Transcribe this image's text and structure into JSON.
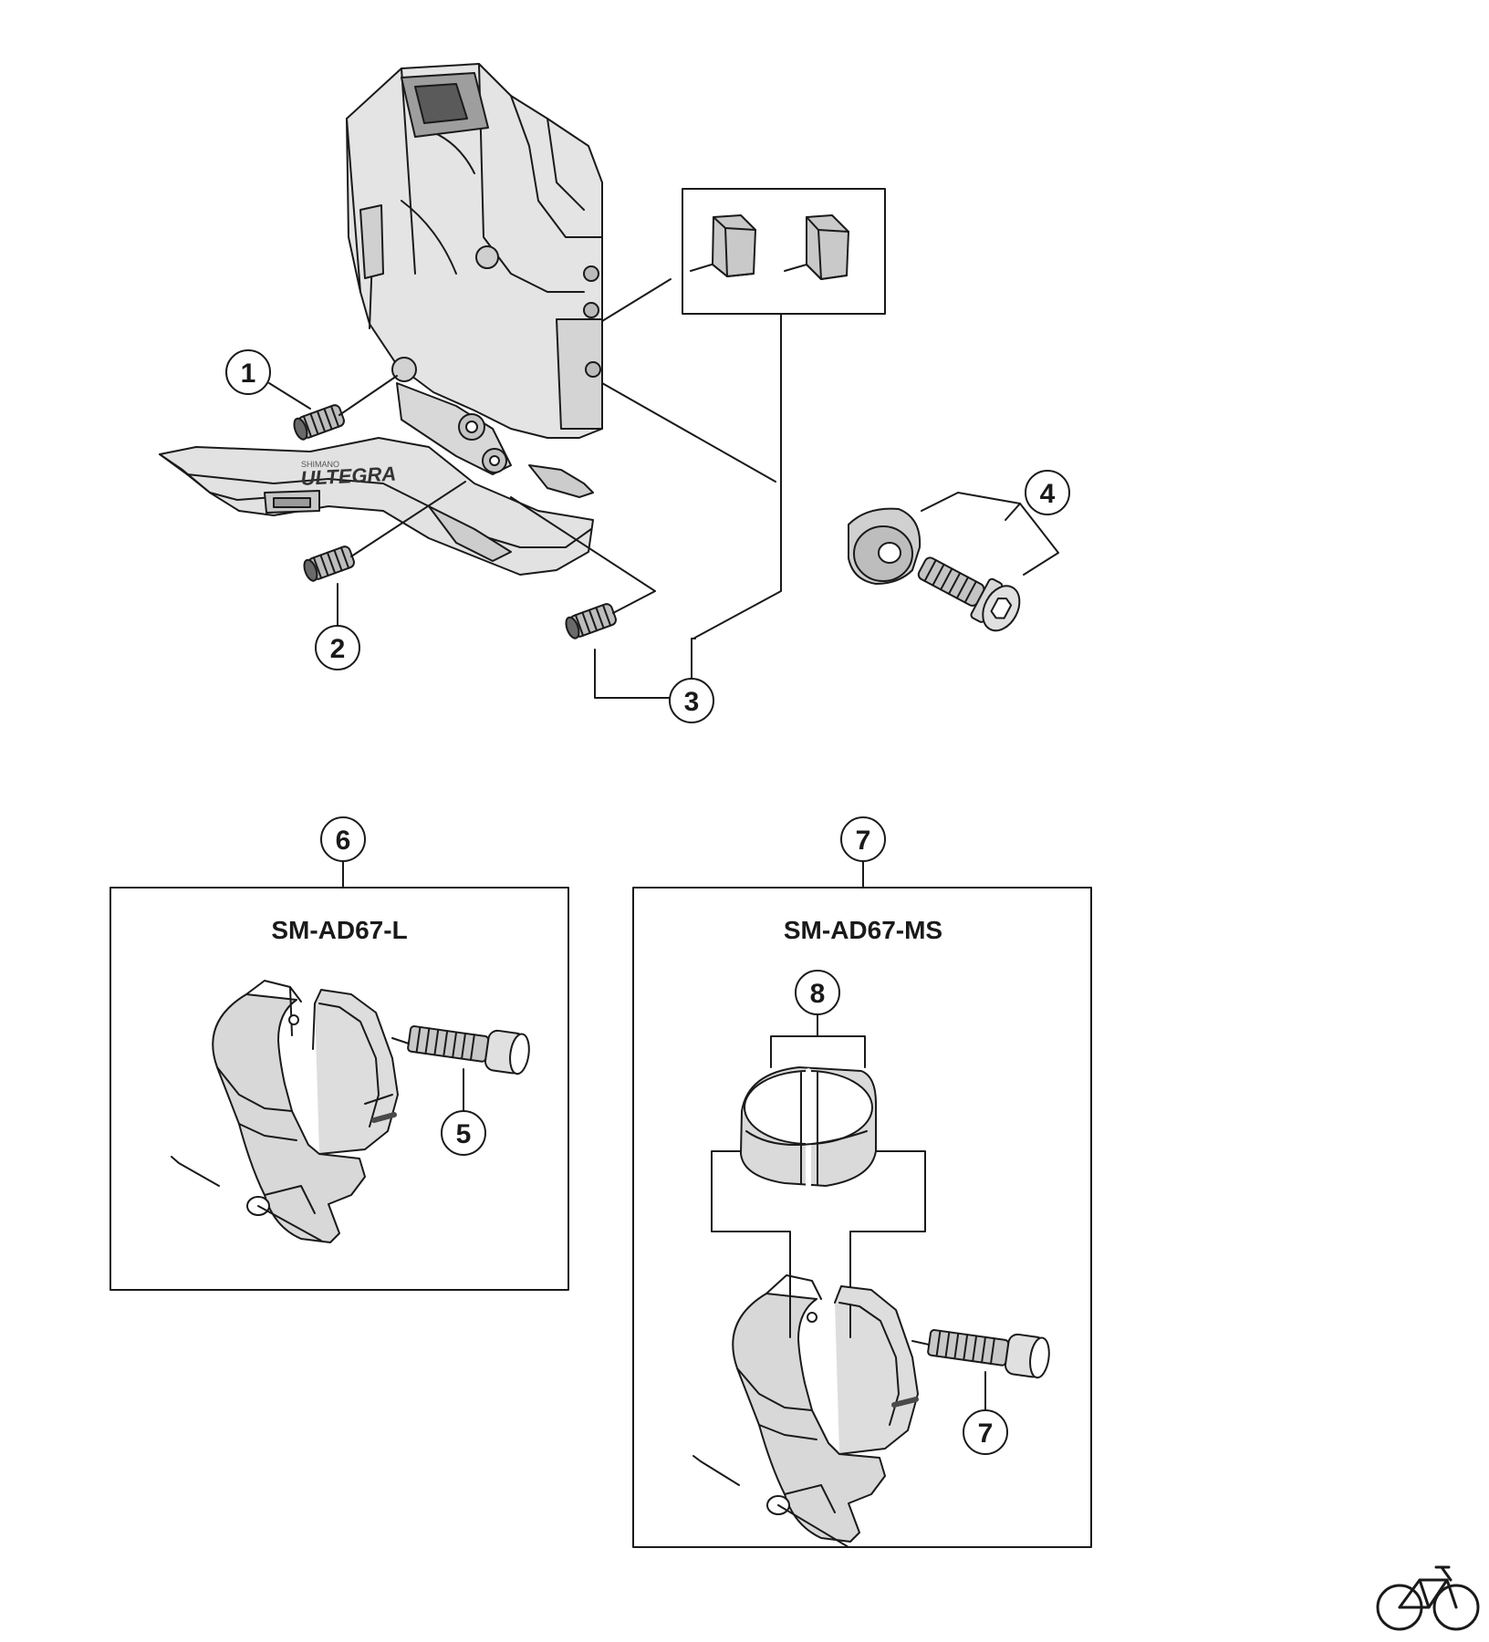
{
  "diagram": {
    "callouts": [
      "1",
      "2",
      "3",
      "4",
      "5",
      "6",
      "7",
      "7",
      "8"
    ],
    "models": {
      "left_box": "SM-AD67-L",
      "right_box": "SM-AD67-MS"
    },
    "brand": {
      "derailleur_label": "ULTEGRA",
      "derailleur_small_label": "SHIMANO"
    },
    "colors": {
      "line": "#1a1a1a",
      "part_fill": "#dcdcdc",
      "part_shade": "#a8a8a8",
      "background": "#ffffff"
    },
    "icons": {
      "watermark": "bicycle-icon"
    }
  }
}
